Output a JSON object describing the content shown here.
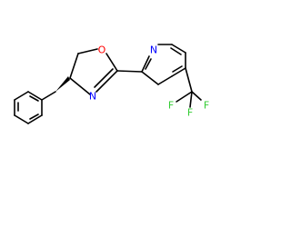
{
  "molecule": {
    "atoms": {
      "oxazoline_o": {
        "symbol": "O",
        "color": "#ff0000"
      },
      "oxazoline_n": {
        "symbol": "N",
        "color": "#0000ff"
      },
      "pyridine_n": {
        "symbol": "N",
        "color": "#0000ff"
      },
      "fluorine_1": {
        "symbol": "F",
        "color": "#33cc33"
      },
      "fluorine_2": {
        "symbol": "F",
        "color": "#33cc33"
      },
      "fluorine_3": {
        "symbol": "F",
        "color": "#33cc33"
      }
    },
    "bond_color": "#000000",
    "background": "#ffffff"
  }
}
